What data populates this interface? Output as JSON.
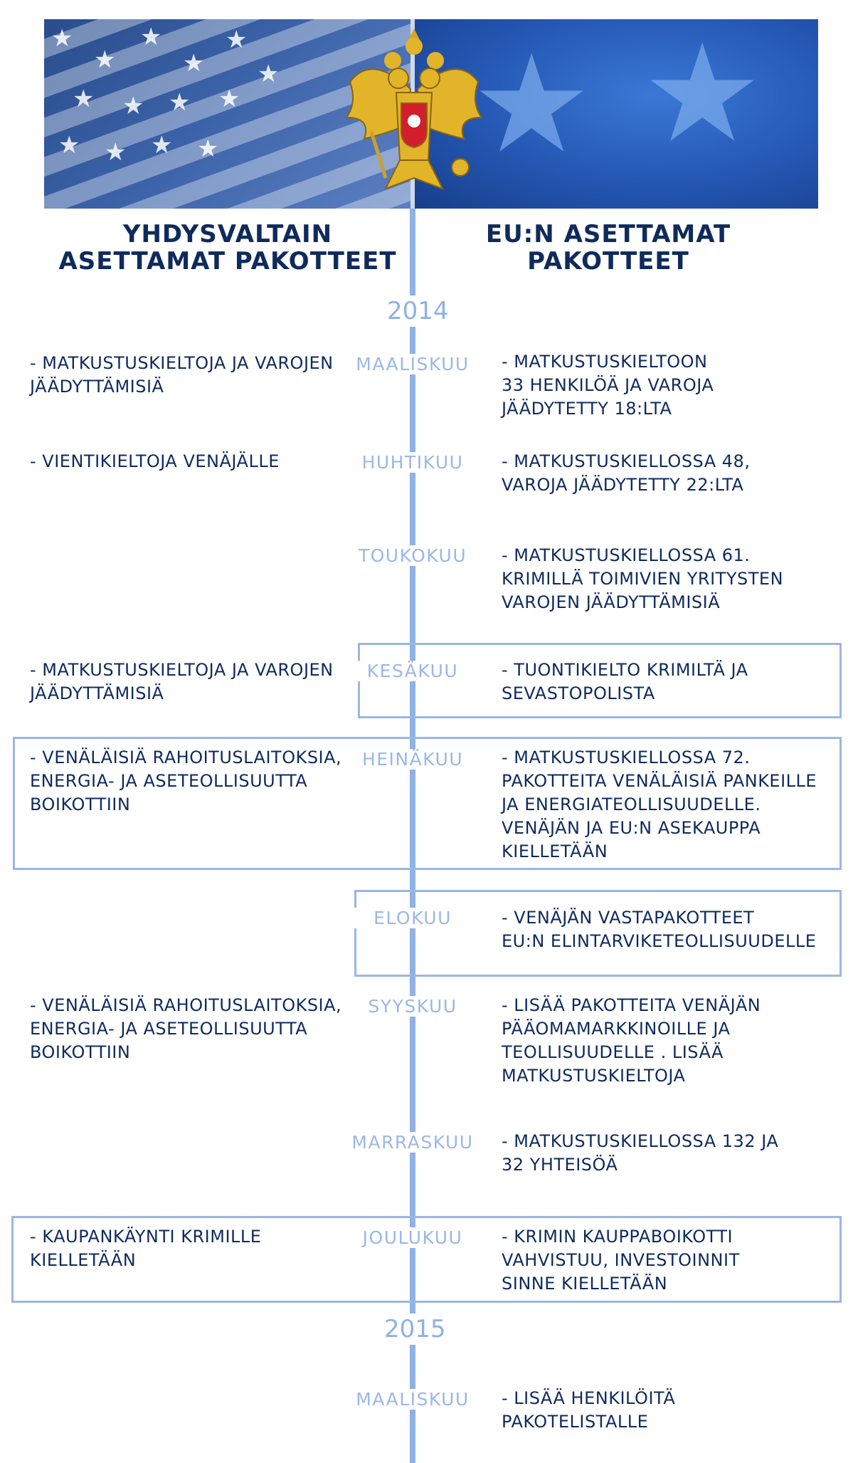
{
  "headers": {
    "usa": "YHDYSVALTAIN  ASETTAMAT PAKOTTEET",
    "eu": "EU:N ASETTAMAT PAKOTTEET"
  },
  "years": [
    "2014",
    "2015"
  ],
  "rows": [
    {
      "month": "MAALISKUU",
      "usa": "- MATKUSTUSKIELTOJA JA VAROJEN\n  JÄÄDYTTÄMISIÄ",
      "eu": "- MATKUSTUSKIELTOON\n  33 HENKILÖÄ JA VAROJA\n  JÄÄDYTETTY 18:LTA"
    },
    {
      "month": "HUHTIKUU",
      "usa": "- VIENTIKIELTOJA VENÄJÄLLE",
      "eu": "- MATKUSTUSKIELLOSSA 48,\n  VAROJA JÄÄDYTETTY 22:LTA"
    },
    {
      "month": "TOUKOKUU",
      "usa": "",
      "eu": "- MATKUSTUSKIELLOSSA 61.\n  KRIMILLÄ TOIMIVIEN YRITYSTEN\n  VAROJEN JÄÄDYTTÄMISIÄ"
    },
    {
      "month": "KESÄKUU",
      "usa": "- MATKUSTUSKIELTOJA JA VAROJEN\n  JÄÄDYTTÄMISIÄ",
      "eu": "- TUONTIKIELTO KRIMILTÄ JA\n  SEVASTOPOLISTA"
    },
    {
      "month": "HEINÄKUU",
      "usa": "- VENÄLÄISIÄ RAHOITUSLAITOKSIA,\n  ENERGIA- JA ASETEOLLISUUTTA\n  BOIKOTTIIN",
      "eu": "- MATKUSTUSKIELLOSSA 72.\n  PAKOTTEITA VENÄLÄISIÄ PANKEILLE\n  JA ENERGIATEOLLISUUDELLE.\n  VENÄJÄN JA EU:N ASEKAUPPA\n  KIELLETÄÄN"
    },
    {
      "month": "ELOKUU",
      "usa": "",
      "eu": "- VENÄJÄN VASTAPAKOTTEET\n  EU:N ELINTARVIKETEOLLISUUDELLE"
    },
    {
      "month": "SYYSKUU",
      "usa": "- VENÄLÄISIÄ RAHOITUSLAITOKSIA,\n  ENERGIA- JA ASETEOLLISUUTTA\n  BOIKOTTIIN",
      "eu": "- LISÄÄ PAKOTTEITA VENÄJÄN\n  PÄÄOMAMARKKINOILLE JA\n  TEOLLISUUDELLE . LISÄÄ\n  MATKUSTUSKIELTOJA"
    },
    {
      "month": "MARRASKUU",
      "usa": "",
      "eu": "- MATKUSTUSKIELLOSSA 132 JA\n  32 YHTEISÖÄ"
    },
    {
      "month": "JOULUKUU",
      "usa": "- KAUPANKÄYNTI KRIMILLE\n  KIELLETÄÄN",
      "eu": "- KRIMIN KAUPPABOIKOTTI\n  VAHVISTUU, INVESTOINNIT\n  SINNE KIELLETÄÄN"
    },
    {
      "month": "MAALISKUU",
      "usa": "",
      "eu": "- LISÄÄ HENKILÖITÄ\n  PAKOTELISTALLE"
    }
  ],
  "colors": {
    "dark_text": "#0f2b5c",
    "month_text": "#9bb8e6",
    "line": "#8fb1e3"
  },
  "icons": [
    "usa-flag-image",
    "russian-coat-of-arms-icon",
    "eu-flag-image"
  ]
}
